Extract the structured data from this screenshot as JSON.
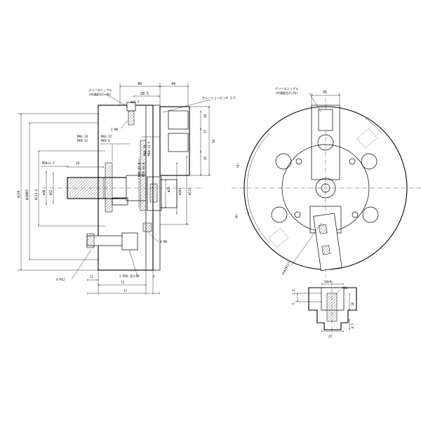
{
  "side_view": {
    "dim_40": "40",
    "dim_44": "44",
    "dim_28_5": "28.5",
    "dim_phi15_5": "Φ15.5",
    "dim_2_m6": "2-M6",
    "note_grease": "グリースニップル",
    "note_grease_sub": "(共通部位2ヶ所)",
    "note_serration": "セレーションピッチ 1.5",
    "dim_20": "20",
    "dim_25": "25",
    "dim_45": "45",
    "dim_50": "50",
    "dim_max24": "MAX 24",
    "dim_min12": "MIN 12",
    "dim_max22": "MAX 22",
    "dim_min8": "MIN 8",
    "dim_max29": "MAX 29",
    "dim_min13_5": "MIN 13.5",
    "dim_max42_8": "MAX 42.8",
    "dim_min34_8": "MIN 34.8",
    "dim_m20": "M20×2.5",
    "dim_28": "28",
    "dim_phi210": "Φ210",
    "dim_phi180h7": "Φ180H7",
    "dim_phi133_4": "Φ133.4",
    "dim_phi48": "Φ48",
    "dim_phi52": "Φ52",
    "dim_phi25": "Φ25",
    "dim_phi104": "Φ104",
    "dim_phi117": "Φ117",
    "dim_4_m6": "4-M6",
    "dim_4_m12": "4-M12",
    "dim_2_m16": "2-M16 深さ18",
    "dim_21": "21",
    "dim_5": "5",
    "dim_72": "72",
    "dim_77": "77"
  },
  "front_view": {
    "note_grease": "グリースニップル",
    "note_grease_sub": "(共通部位2ヶ所)",
    "dim_35": "35",
    "dim_70": "70°",
    "dim_30": "30°",
    "dim_pcd": "4×Φ(Φ117)"
  },
  "jaw_detail": {
    "dim_16h8": "16h8",
    "dim_m12": "M12",
    "dim_2_5": "2.5",
    "dim_5": "5",
    "dim_18": "18",
    "dim_22": "22",
    "dim_8_5": "8.5"
  }
}
